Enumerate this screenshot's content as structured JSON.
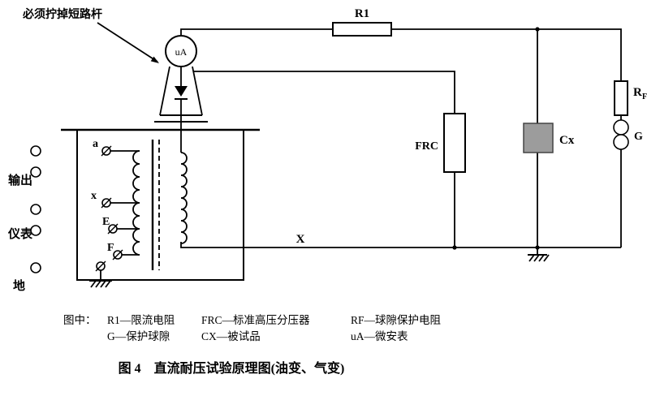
{
  "figure": {
    "caption": "图 4　直流耐压试验原理图(油变、气变)"
  },
  "annotation": {
    "warning": "必须拧掉短路杆"
  },
  "components": {
    "r1": "R1",
    "ua": "uA",
    "frc": "FRC",
    "cx": "Cx",
    "rf_main": "R",
    "rf_sub": "F",
    "g": "G",
    "x": "X"
  },
  "taps": {
    "a": "a",
    "x": "x",
    "e": "E",
    "f": "F"
  },
  "panel": {
    "output": "输出",
    "meter": "仪表",
    "ground": "地"
  },
  "legend": {
    "prefix": "图中：",
    "r1": "R1—限流电阻",
    "frc": "FRC—标准高压分压器",
    "rf": "RF—球隙保护电阻",
    "g": "G—保护球隙",
    "cx": "CX—被试品",
    "ua": "uA—微安表"
  }
}
